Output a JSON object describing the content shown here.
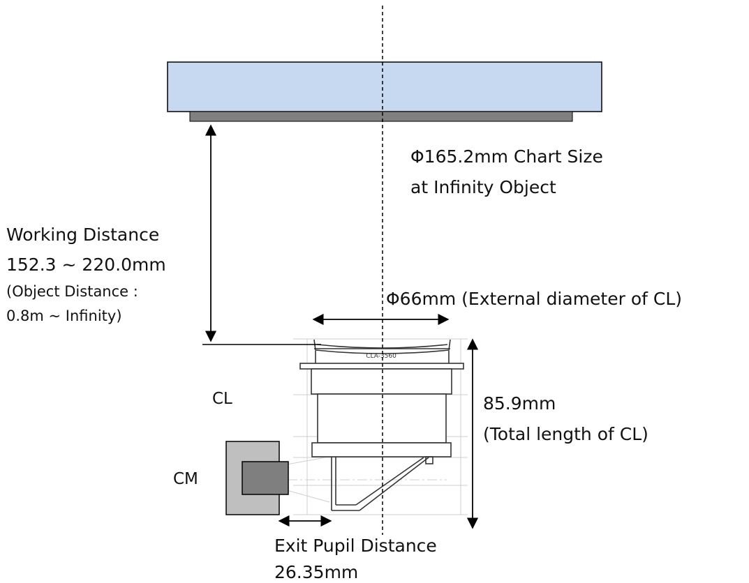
{
  "labels": {
    "chart_size_1": "Φ165.2mm Chart Size",
    "chart_size_2": "at Infinity Object",
    "wd_1": "Working Distance",
    "wd_2": "152.3 ~ 220.0mm",
    "wd_3": "(Object Distance :",
    "wd_4": "0.8m ~ Infinity)",
    "ext_diameter": "Φ66mm (External diameter of CL)",
    "cl": "CL",
    "cm": "CM",
    "total_len_1": "85.9mm",
    "total_len_2": "(Total length of CL)",
    "exit_pupil_1": "Exit Pupil Distance",
    "exit_pupil_2": "26.35mm",
    "lens_mark": "CLA-3560"
  },
  "colors": {
    "chart_fill": "#c6d9f1",
    "chart_stroke": "#000000",
    "chart_base": "#808080",
    "cm_body": "#bfbfbf",
    "cm_sensor": "#7f7f7f",
    "lens_lines": "#333333",
    "guide_lines": "#c8c8c8"
  }
}
